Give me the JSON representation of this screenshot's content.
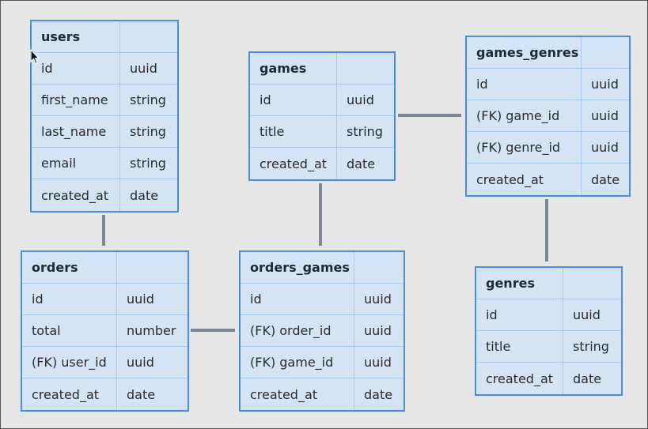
{
  "tables": [
    {
      "id": "users",
      "title": "users",
      "columns": [
        {
          "name": "id",
          "type": "uuid"
        },
        {
          "name": "first_name",
          "type": "string"
        },
        {
          "name": "last_name",
          "type": "string"
        },
        {
          "name": "email",
          "type": "string"
        },
        {
          "name": "created_at",
          "type": "date"
        }
      ]
    },
    {
      "id": "games",
      "title": "games",
      "columns": [
        {
          "name": "id",
          "type": "uuid"
        },
        {
          "name": "title",
          "type": "string"
        },
        {
          "name": "created_at",
          "type": "date"
        }
      ]
    },
    {
      "id": "games_genres",
      "title": "games_genres",
      "columns": [
        {
          "name": "id",
          "type": "uuid"
        },
        {
          "name": "(FK) game_id",
          "type": "uuid"
        },
        {
          "name": "(FK) genre_id",
          "type": "uuid"
        },
        {
          "name": "created_at",
          "type": "date"
        }
      ]
    },
    {
      "id": "orders",
      "title": "orders",
      "columns": [
        {
          "name": "id",
          "type": "uuid"
        },
        {
          "name": "total",
          "type": "number"
        },
        {
          "name": "(FK) user_id",
          "type": "uuid"
        },
        {
          "name": "created_at",
          "type": "date"
        }
      ]
    },
    {
      "id": "orders_games",
      "title": "orders_games",
      "columns": [
        {
          "name": "id",
          "type": "uuid"
        },
        {
          "name": "(FK) order_id",
          "type": "uuid"
        },
        {
          "name": "(FK) game_id",
          "type": "uuid"
        },
        {
          "name": "created_at",
          "type": "date"
        }
      ]
    },
    {
      "id": "genres",
      "title": "genres",
      "columns": [
        {
          "name": "id",
          "type": "uuid"
        },
        {
          "name": "title",
          "type": "string"
        },
        {
          "name": "created_at",
          "type": "date"
        }
      ]
    }
  ],
  "relationships": [
    {
      "from": "users",
      "to": "orders"
    },
    {
      "from": "orders",
      "to": "orders_games"
    },
    {
      "from": "games",
      "to": "orders_games"
    },
    {
      "from": "games",
      "to": "games_genres"
    },
    {
      "from": "games_genres",
      "to": "genres"
    }
  ],
  "colors": {
    "canvas_bg": "#e6e6e6",
    "table_bg": "#d4e4f5",
    "table_border": "#4a8fd6",
    "row_divider": "#a9c8ea",
    "connector": "#7d8894"
  },
  "icons": {
    "cursor": "mouse-pointer-icon"
  }
}
